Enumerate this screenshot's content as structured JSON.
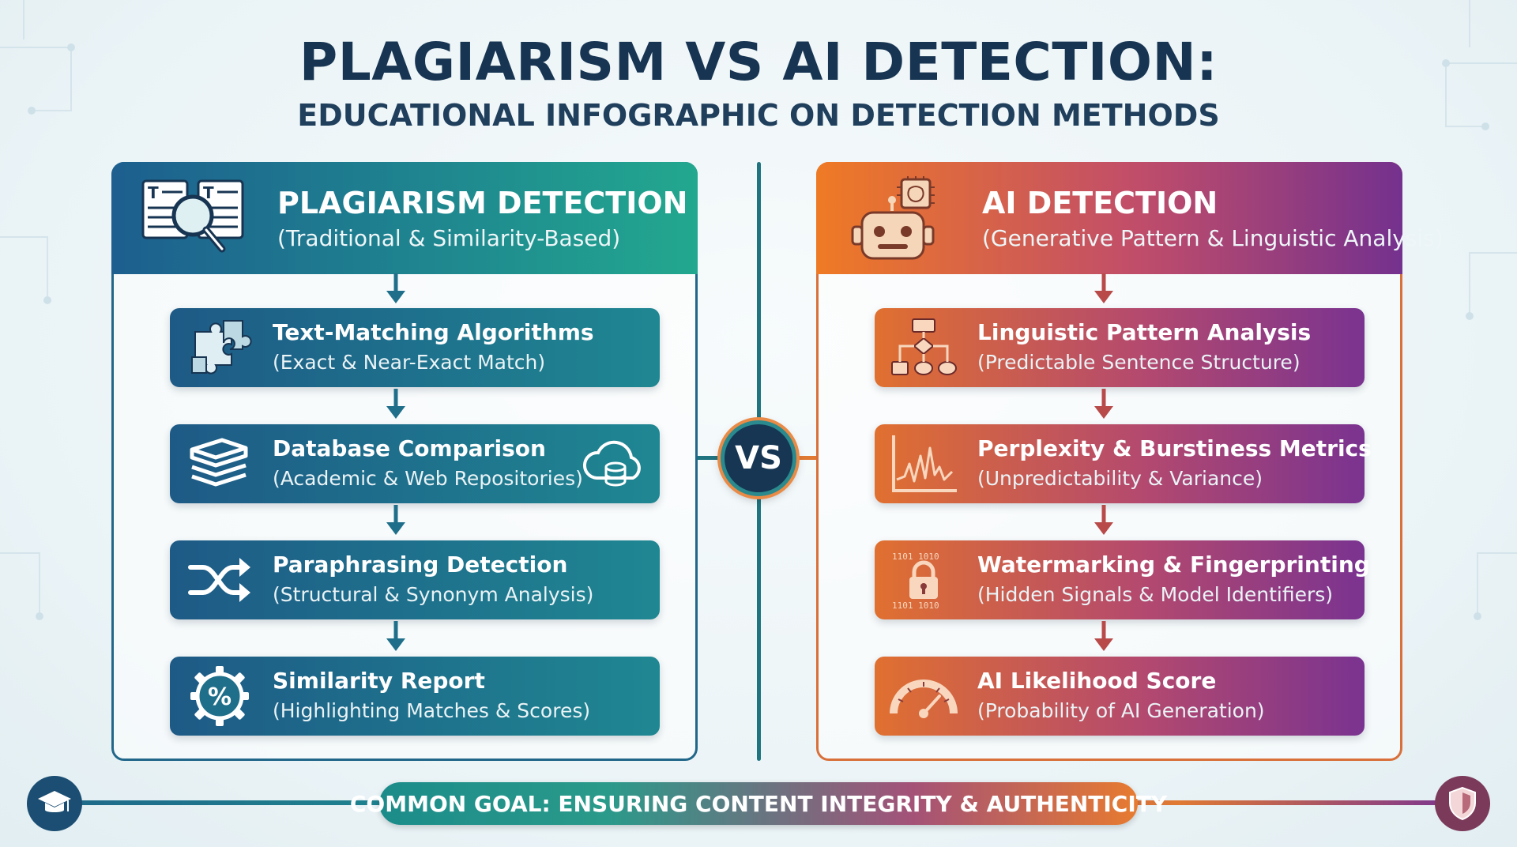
{
  "title": "PLAGIARISM VS AI DETECTION:",
  "subtitle": "EDUCATIONAL INFOGRAPHIC ON DETECTION METHODS",
  "vs_label": "VS",
  "left_panel": {
    "title": "PLAGIARISM DETECTION",
    "subtitle": "(Traditional & Similarity-Based)",
    "header_icon": "document-magnifier-icon",
    "steps": [
      {
        "title": "Text-Matching Algorithms",
        "subtitle": "(Exact & Near-Exact Match)",
        "icon": "puzzle-icon"
      },
      {
        "title": "Database Comparison",
        "subtitle": "(Academic & Web Repositories)",
        "icon": "books-stack-icon"
      },
      {
        "title": "Paraphrasing Detection",
        "subtitle": "(Structural & Synonym Analysis)",
        "icon": "shuffle-arrows-icon"
      },
      {
        "title": "Similarity Report",
        "subtitle": "(Highlighting Matches & Scores)",
        "icon": "percent-gear-icon"
      }
    ]
  },
  "right_panel": {
    "title": "AI DETECTION",
    "subtitle": "(Generative Pattern & Linguistic Analysis)",
    "header_icon": "robot-chip-icon",
    "steps": [
      {
        "title": "Linguistic Pattern Analysis",
        "subtitle": "(Predictable Sentence Structure)",
        "icon": "flowchart-icon"
      },
      {
        "title": "Perplexity & Burstiness Metrics",
        "subtitle": "(Unpredictability & Variance)",
        "icon": "waveform-chart-icon"
      },
      {
        "title": "Watermarking & Fingerprinting",
        "subtitle": "(Hidden Signals & Model Identifiers)",
        "icon": "binary-lock-icon",
        "binary_text": "1101 1010"
      },
      {
        "title": "AI Likelihood Score",
        "subtitle": "(Probability of AI Generation)",
        "icon": "gauge-icon"
      }
    ]
  },
  "footer": {
    "goal": "COMMON GOAL: ENSURING CONTENT INTEGRITY & AUTHENTICITY",
    "left_icon": "graduation-cap-icon",
    "right_icon": "shield-icon"
  },
  "colors": {
    "navy": "#173552",
    "teal": "#1f8a8f",
    "orange": "#ef7a25",
    "purple": "#74318e"
  }
}
